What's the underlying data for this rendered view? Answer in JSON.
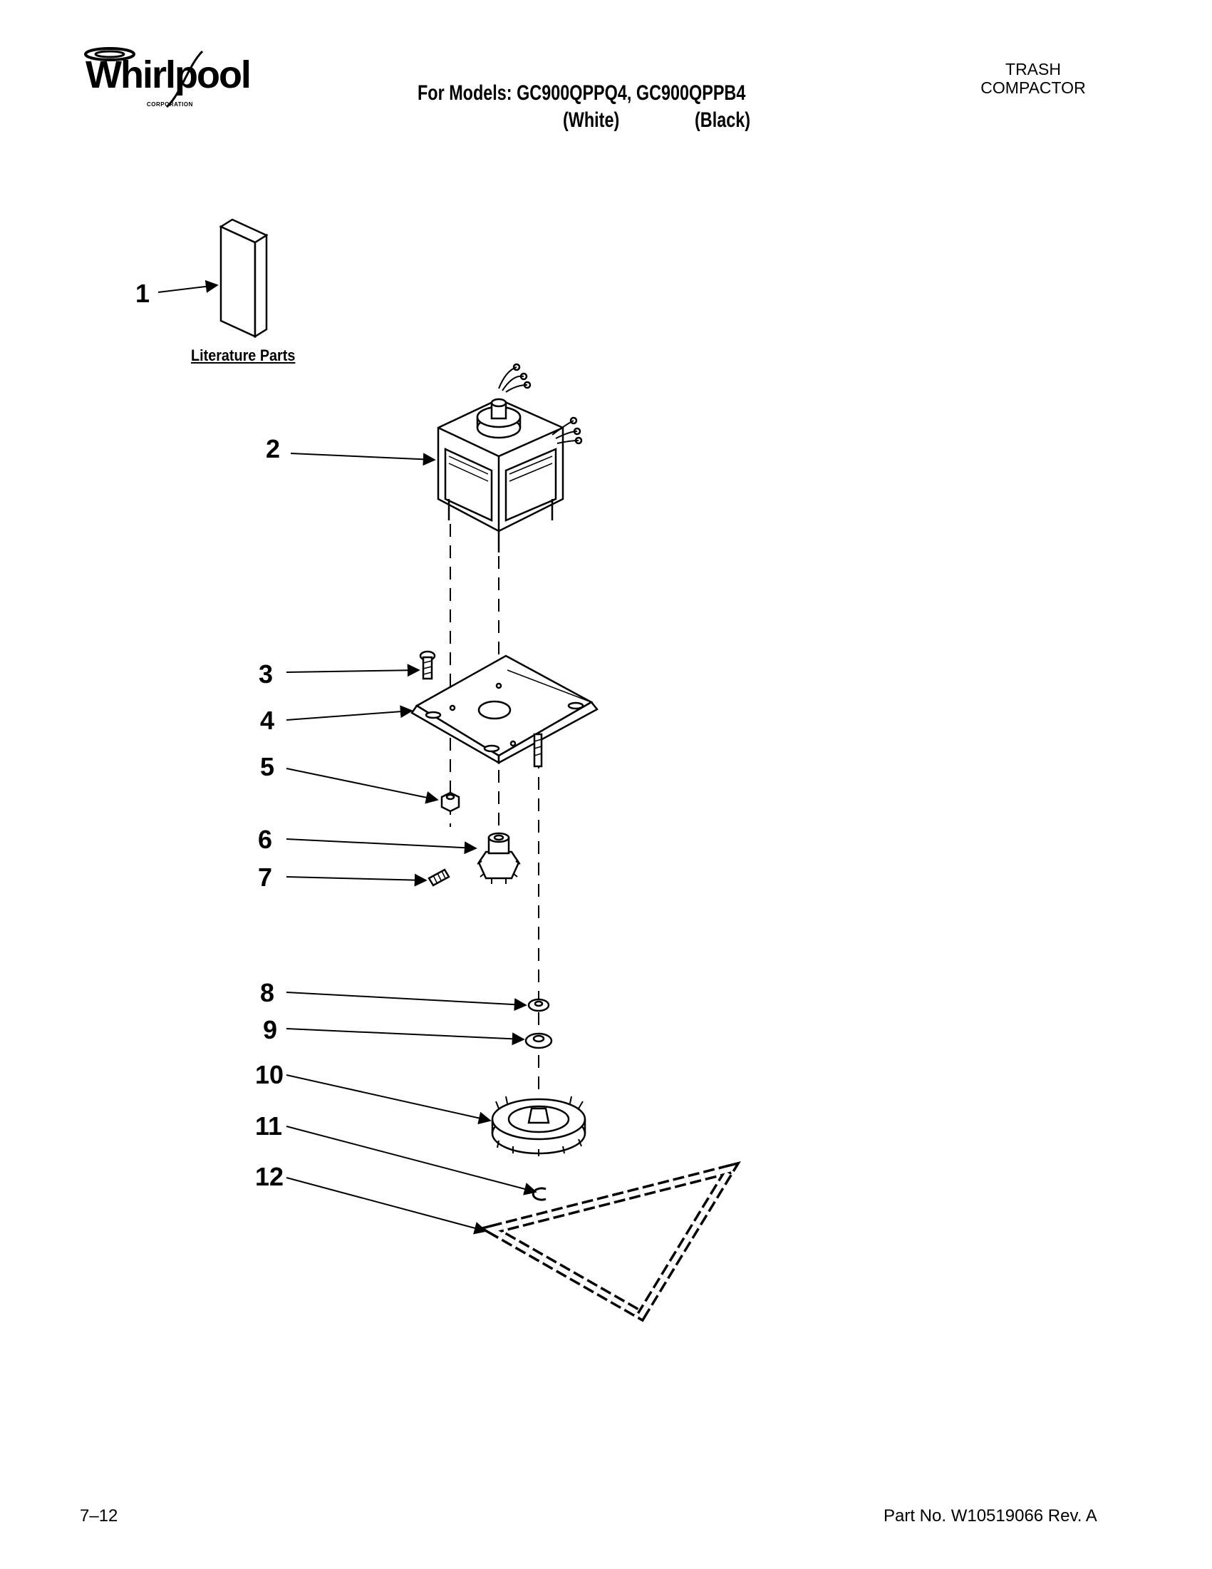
{
  "header": {
    "brand": "Whirlpool",
    "brand_sub": "CORPORATION",
    "models_line": "For Models: GC900QPPQ4, GC900QPPB4",
    "color_white": "(White)",
    "color_black": "(Black)",
    "category": [
      "TRASH",
      "COMPACTOR"
    ]
  },
  "diagram": {
    "literature_label": "Literature Parts",
    "callouts": [
      "1",
      "2",
      "3",
      "4",
      "5",
      "6",
      "7",
      "8",
      "9",
      "10",
      "11",
      "12"
    ]
  },
  "footer": {
    "page": "7–12",
    "part_no": "Part No. W10519066 Rev. A"
  }
}
